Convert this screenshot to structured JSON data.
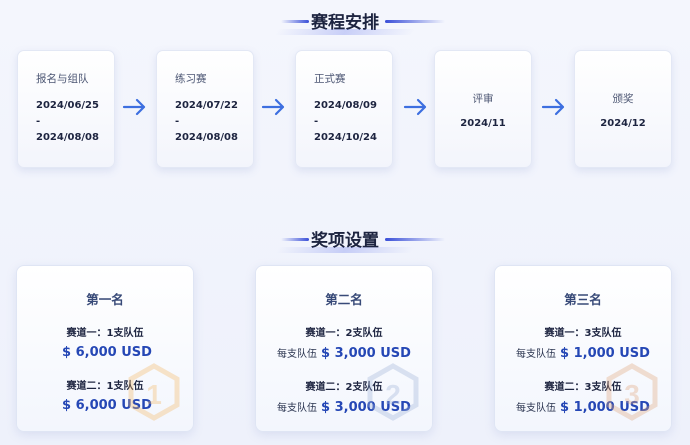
{
  "schedule": {
    "title": "赛程安排",
    "stages": [
      {
        "name": "报名与组队",
        "line1": "2024/06/25",
        "sep": "-",
        "line2": "2024/08/08"
      },
      {
        "name": "练习赛",
        "line1": "2024/07/22",
        "sep": "-",
        "line2": "2024/08/08"
      },
      {
        "name": "正式赛",
        "line1": "2024/08/09",
        "sep": "-",
        "line2": "2024/10/24"
      },
      {
        "name": "评审",
        "line1": "2024/11"
      },
      {
        "name": "颁奖",
        "line1": "2024/12"
      }
    ]
  },
  "awards": {
    "title": "奖项设置",
    "cards": [
      {
        "title": "第一名",
        "badge": "1",
        "track1": "赛道一：1支队伍",
        "track1_per": "",
        "track1_amount": "$ 6,000 USD",
        "track2": "赛道二：1支队伍",
        "track2_per": "",
        "track2_amount": "$ 6,000 USD"
      },
      {
        "title": "第二名",
        "badge": "2",
        "track1": "赛道一：2支队伍",
        "track1_per": "每支队伍",
        "track1_amount": "$ 3,000 USD",
        "track2": "赛道二：2支队伍",
        "track2_per": "每支队伍",
        "track2_amount": "$ 3,000 USD"
      },
      {
        "title": "第三名",
        "badge": "3",
        "track1": "赛道一：3支队伍",
        "track1_per": "每支队伍",
        "track1_amount": "$ 1,000 USD",
        "track2": "赛道二：3支队伍",
        "track2_per": "每支队伍",
        "track2_amount": "$ 1,000 USD"
      }
    ]
  },
  "colors": {
    "accent": "#2547b5",
    "title": "#1d2440",
    "badge_gold": "#f2b766",
    "badge_silver": "#9fb1d8",
    "badge_bronze": "#e0a57d"
  }
}
